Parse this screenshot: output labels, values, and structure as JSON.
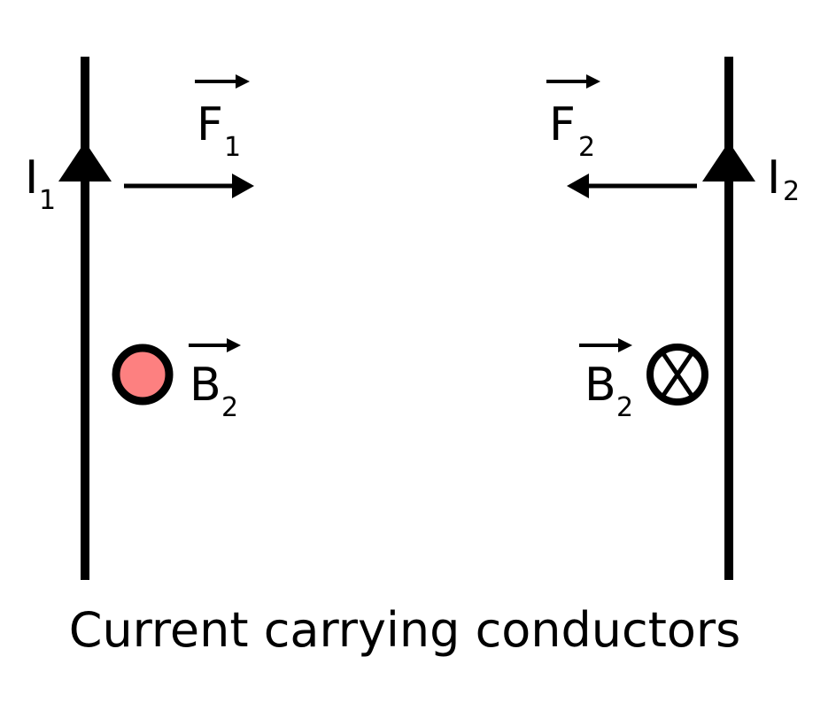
{
  "diagram": {
    "title": "Current carrying conductors",
    "colors": {
      "stroke": "#000000",
      "background": "#ffffff",
      "field_out_fill": "#fd8080"
    },
    "left_conductor": {
      "current_label": "I",
      "current_subscript": "1",
      "current_direction": "up",
      "force_label": "F",
      "force_subscript": "1",
      "force_direction": "right",
      "field_label": "B",
      "field_subscript": "2",
      "field_symbol": "dot-out-of-page"
    },
    "right_conductor": {
      "current_label": "I",
      "current_subscript": "2",
      "current_direction": "up",
      "force_label": "F",
      "force_subscript": "2",
      "force_direction": "left",
      "field_label": "B",
      "field_subscript": "2",
      "field_symbol": "cross-into-page"
    }
  }
}
